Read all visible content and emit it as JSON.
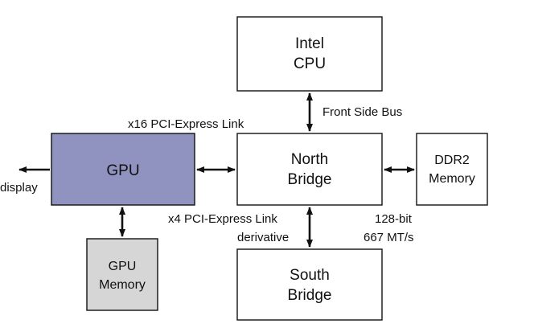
{
  "colors": {
    "gpu_fill": "#9093bf",
    "gpu_memory_fill": "#d6d6d6",
    "box_fill": "#ffffff",
    "stroke": "#111111"
  },
  "nodes": {
    "cpu": {
      "line1": "Intel",
      "line2": "CPU"
    },
    "north_bridge": {
      "line1": "North",
      "line2": "Bridge"
    },
    "south_bridge": {
      "line1": "South",
      "line2": "Bridge"
    },
    "ddr2": {
      "line1": "DDR2",
      "line2": "Memory"
    },
    "gpu": {
      "label": "GPU"
    },
    "gpu_memory": {
      "line1": "GPU",
      "line2": "Memory"
    }
  },
  "edges": {
    "front_side_bus": "Front Side Bus",
    "pcie_x16": "x16 PCI-Express Link",
    "display": "display",
    "pcie_x4_line1": "x4 PCI-Express Link",
    "pcie_x4_line2": "derivative",
    "memory_bus_line1": "128-bit",
    "memory_bus_line2": "667 MT/s"
  }
}
